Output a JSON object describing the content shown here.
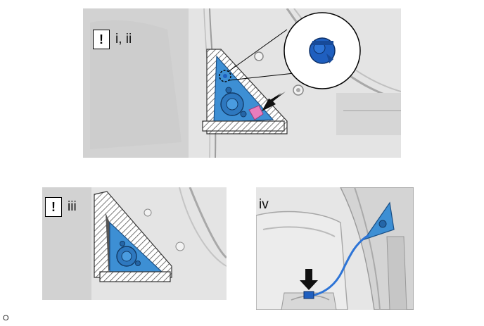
{
  "panels": {
    "top": {
      "caution_mark": "!",
      "step_label": "i, ii"
    },
    "bottom_left": {
      "caution_mark": "!",
      "step_label": "iii"
    },
    "bottom_right": {
      "step_label": "iv"
    }
  },
  "footer_code": "O",
  "colors": {
    "part_blue": "#3d8fd4",
    "clip_blue": "#1f5fbf",
    "pad_pink": "#e87dbd",
    "panel_gray": "#dcdcdc",
    "hatch": "#555555"
  },
  "icons": [
    "caution-icon",
    "arrow-icon",
    "clip-zoom-callout"
  ]
}
